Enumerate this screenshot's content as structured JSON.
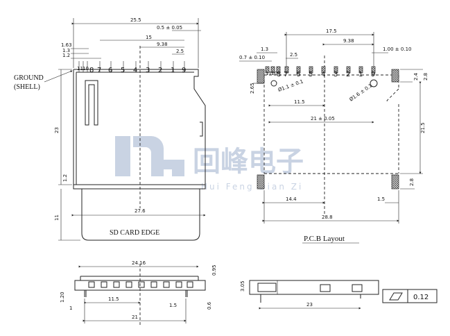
{
  "watermark": {
    "company_cn": "回峰电子",
    "company_en": "Hui Feng Dian Zi"
  },
  "front_view": {
    "width_top": "25.5",
    "dim_0_5": "0.5 ± 0.05",
    "dim_15": "15",
    "dim_9_38": "9.38",
    "dim_2_5": "2.5",
    "dim_1_63": "1.63",
    "dim_1_3": "1.3",
    "dim_1_2": "1.2",
    "pin_labels": [
      "11",
      "10",
      "8",
      "7",
      "6",
      "5",
      "4",
      "3",
      "2",
      "1",
      "9"
    ],
    "height": "23",
    "dim_1_2b": "1.2",
    "dim_11": "11",
    "width_27_6": "27.6",
    "ground_label_1": "GROUND",
    "ground_label_2": "(SHELL)",
    "card_edge_label": "SD CARD EDGE"
  },
  "pcb_layout": {
    "title": "P.C.B Layout",
    "dim_17_5": "17.5",
    "dim_9_38": "9.38",
    "dim_1_00": "1.00 ± 0.10",
    "dim_1_3": "1.3",
    "dim_0_7": "0.7 ± 0.10",
    "dim_2_5": "2.5",
    "pin_labels": [
      "11",
      "10",
      "8",
      "7",
      "6",
      "5",
      "4",
      "3",
      "2",
      "1",
      "9"
    ],
    "hole_small": "Ø1.1 ± 0.1",
    "hole_large": "Ø1.6 ± 0.1",
    "dim_11_5": "11.5",
    "dim_21": "21 ± 0.05",
    "dim_2_65": "2.65",
    "dim_2_4": "2.4",
    "dim_2_8_right": "2.8",
    "dim_21_5": "21.5",
    "dim_2_8_low": "2.8",
    "dim_14_4": "14.4",
    "dim_1_5": "1.5",
    "dim_28_8": "28.8"
  },
  "bottom_view": {
    "dim_24_16": "24.16",
    "dim_0_95": "0.95",
    "dim_1_20": "1.20",
    "dim_11_5": "11.5",
    "dim_1": "1",
    "dim_1_5": "1.5",
    "dim_0_6": "0.6",
    "dim_21": "21"
  },
  "side_view": {
    "dim_3_05": "3.05",
    "dim_23": "23",
    "flatness": "0.12"
  }
}
